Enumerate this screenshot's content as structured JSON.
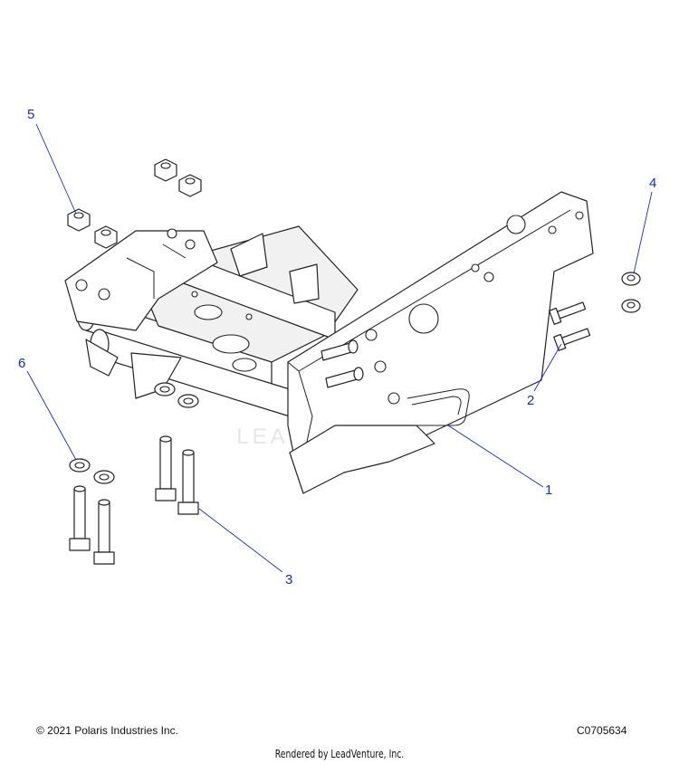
{
  "callouts": [
    {
      "id": "1",
      "label": "1"
    },
    {
      "id": "2",
      "label": "2"
    },
    {
      "id": "3",
      "label": "3"
    },
    {
      "id": "4",
      "label": "4"
    },
    {
      "id": "5",
      "label": "5"
    },
    {
      "id": "6",
      "label": "6"
    }
  ],
  "watermark": "LEADVENTURE",
  "footer": {
    "copyright": "© 2021 Polaris Industries Inc.",
    "diagram_code": "C0705634",
    "rendered_by": "Rendered by LeadVenture, Inc."
  },
  "colors": {
    "callout": "#1a2fa8",
    "line": "#222222"
  }
}
